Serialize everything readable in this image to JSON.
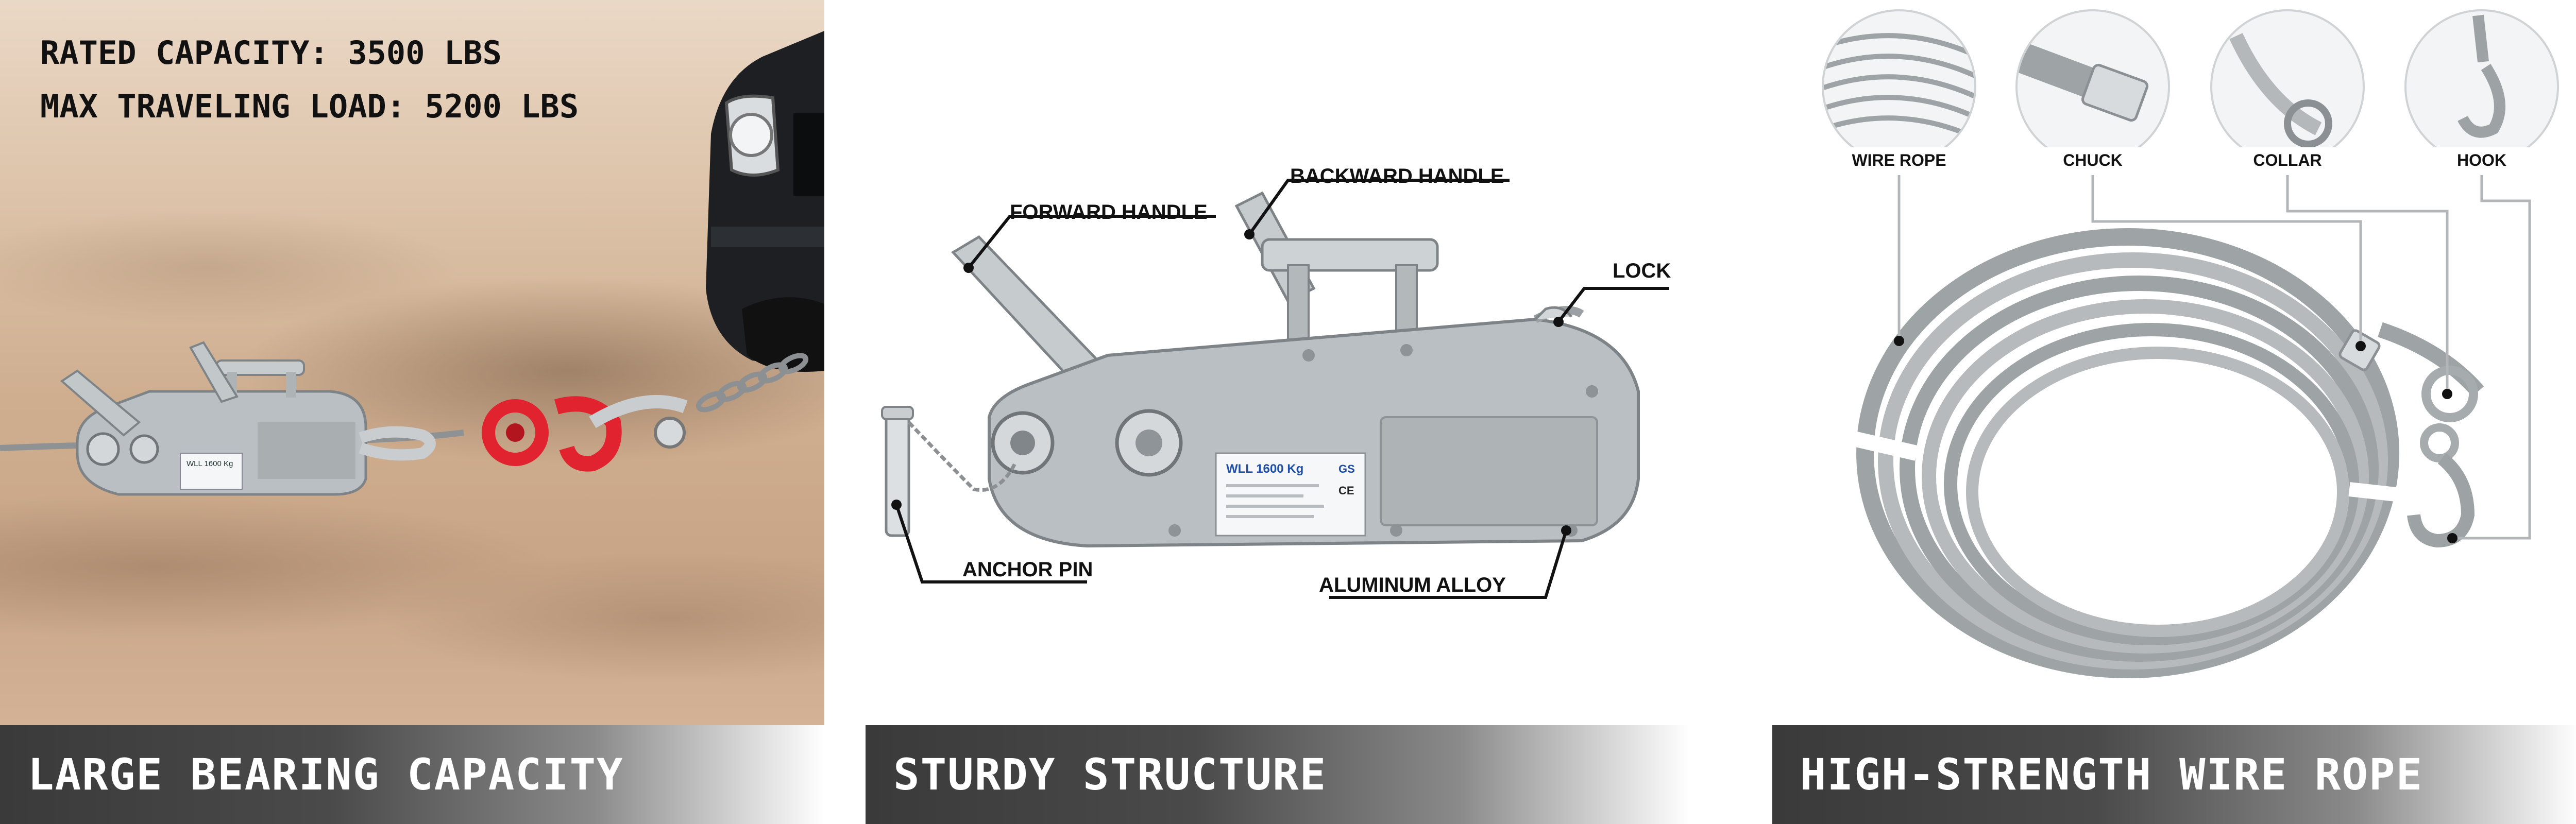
{
  "panel_1": {
    "spec_line_1": "RATED CAPACITY: 3500 LBS",
    "spec_line_2": "MAX TRAVELING LOAD: 5200 LBS",
    "banner": "LARGE BEARING CAPACITY",
    "plate_text": "WLL 1600 Kg"
  },
  "panel_2": {
    "labels": {
      "forward_handle": "FORWARD HANDLE",
      "backward_handle": "BACKWARD HANDLE",
      "lock": "LOCK",
      "anchor_pin": "ANCHOR PIN",
      "aluminum_alloy": "ALUMINUM ALLOY"
    },
    "plate_text": "WLL 1600 Kg",
    "plate_mark": "GS",
    "plate_ce": "CE",
    "banner": "STURDY STRUCTURE"
  },
  "panel_3": {
    "details": [
      "WIRE ROPE",
      "CHUCK",
      "COLLAR",
      "HOOK"
    ],
    "banner": "HIGH-STRENGTH WIRE ROPE"
  },
  "colors": {
    "banner_dark": "#3a3a3a",
    "body_grey": "#b9bfc2",
    "hook_red": "#e0232e",
    "callout_line": "#111111",
    "rope_grey": "#9ea3a6"
  }
}
